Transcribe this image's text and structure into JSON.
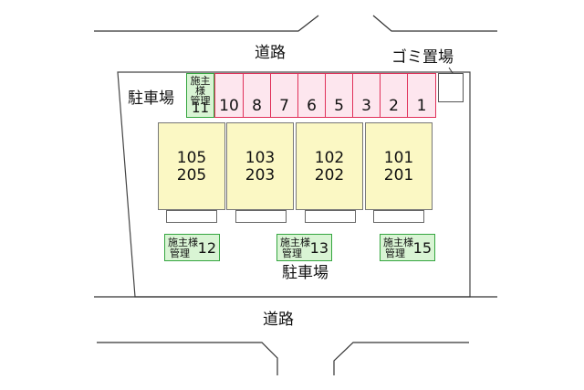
{
  "roads": {
    "top_label": "道路",
    "bottom_label": "道路"
  },
  "parking_labels": {
    "left": "駐車場",
    "bottom": "駐車場"
  },
  "garbage_label": "ゴミ置場",
  "parking_slots": [
    "10",
    "8",
    "7",
    "6",
    "5",
    "3",
    "2",
    "1"
  ],
  "owner_slot": {
    "line1": "施主",
    "line2": "様",
    "line3": "管理",
    "number": "11"
  },
  "units": [
    {
      "upper": "105",
      "lower": "205"
    },
    {
      "upper": "103",
      "lower": "203"
    },
    {
      "upper": "102",
      "lower": "202"
    },
    {
      "upper": "101",
      "lower": "201"
    }
  ],
  "owner_lots": [
    {
      "line1": "施主様",
      "line2": "管理",
      "number": "12"
    },
    {
      "line1": "施主様",
      "line2": "管理",
      "number": "13"
    },
    {
      "line1": "施主様",
      "line2": "管理",
      "number": "15"
    }
  ],
  "colors": {
    "slot_fill": "#fde6ee",
    "slot_border": "#e0315a",
    "owner_fill": "#d9f4d4",
    "owner_border": "#35a640",
    "unit_fill": "#fbf8c4"
  }
}
